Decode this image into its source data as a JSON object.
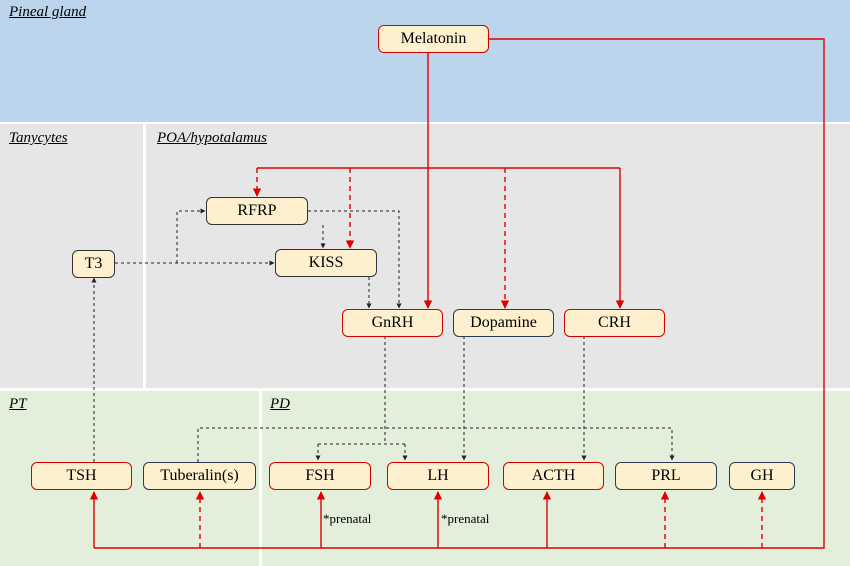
{
  "regions": {
    "pineal": {
      "label": "Pineal gland"
    },
    "tanycytes": {
      "label": "Tanycytes"
    },
    "poa": {
      "label": "POA/hypotalamus"
    },
    "pt": {
      "label": "PT"
    },
    "pd": {
      "label": "PD"
    }
  },
  "nodes": {
    "melatonin": {
      "label": "Melatonin"
    },
    "rfrp": {
      "label": "RFRP"
    },
    "kiss": {
      "label": "KISS"
    },
    "t3": {
      "label": "T3"
    },
    "gnrh": {
      "label": "GnRH"
    },
    "dopamine": {
      "label": "Dopamine"
    },
    "crh": {
      "label": "CRH"
    },
    "tsh": {
      "label": "TSH"
    },
    "tuberalin": {
      "label": "Tuberalin(s)"
    },
    "fsh": {
      "label": "FSH"
    },
    "lh": {
      "label": "LH"
    },
    "acth": {
      "label": "ACTH"
    },
    "prl": {
      "label": "PRL"
    },
    "gh": {
      "label": "GH"
    }
  },
  "notes": {
    "fsh_prenatal": "*prenatal",
    "lh_prenatal": "*prenatal"
  },
  "colors": {
    "pineal_bg": "#bcd4ec",
    "hypothalamus_bg": "#e6e6e6",
    "pituitary_bg": "#e3eedb",
    "node_fill": "#fdf0cf",
    "red_edge": "#d40000",
    "dark_edge": "#2b3b4f",
    "arrow_red": "#e00000",
    "arrow_black": "#222222"
  }
}
